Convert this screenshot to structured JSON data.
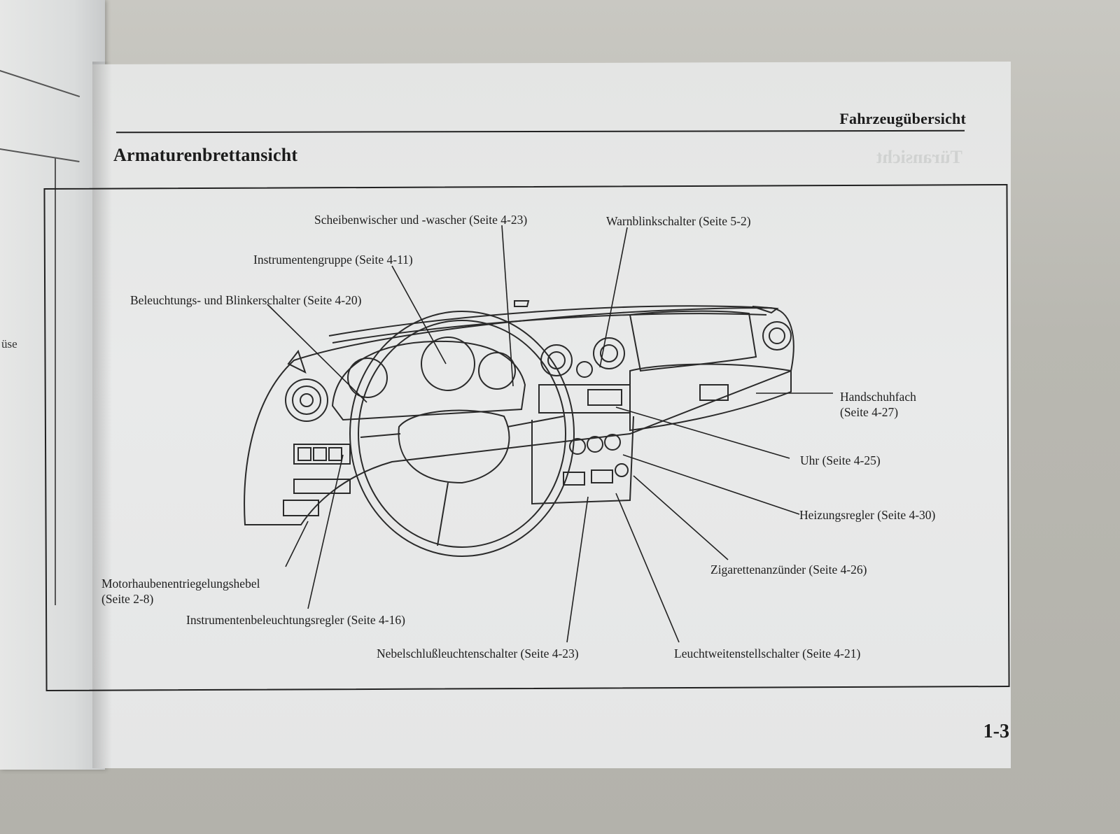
{
  "left_page": {
    "stub_text": "üse"
  },
  "header": {
    "section_title": "Fahrzeugübersicht",
    "page_title": "Armaturenbrettansicht",
    "ghost_text": "Türansicht"
  },
  "labels": {
    "wiper": "Scheibenwischer und -wascher (Seite 4-23)",
    "hazard": "Warnblinkschalter (Seite 5-2)",
    "cluster": "Instrumentengruppe (Seite 4-11)",
    "lights": "Beleuchtungs- und Blinkerschalter (Seite 4-20)",
    "glovebox_name": "Handschuhfach",
    "glovebox_page": "(Seite 4-27)",
    "clock": "Uhr (Seite 4-25)",
    "heater": "Heizungsregler (Seite 4-30)",
    "lighter": "Zigarettenanzünder (Seite 4-26)",
    "hood_name": "Motorhaubenentriegelungshebel",
    "hood_page": "(Seite 2-8)",
    "dimmer": "Instrumentenbeleuchtungsregler (Seite 4-16)",
    "fog": "Nebelschlußleuchtenschalter (Seite 4-23)",
    "leveling": "Leuchtweitenstellschalter (Seite 4-21)"
  },
  "footer": {
    "page_number": "1-3"
  }
}
